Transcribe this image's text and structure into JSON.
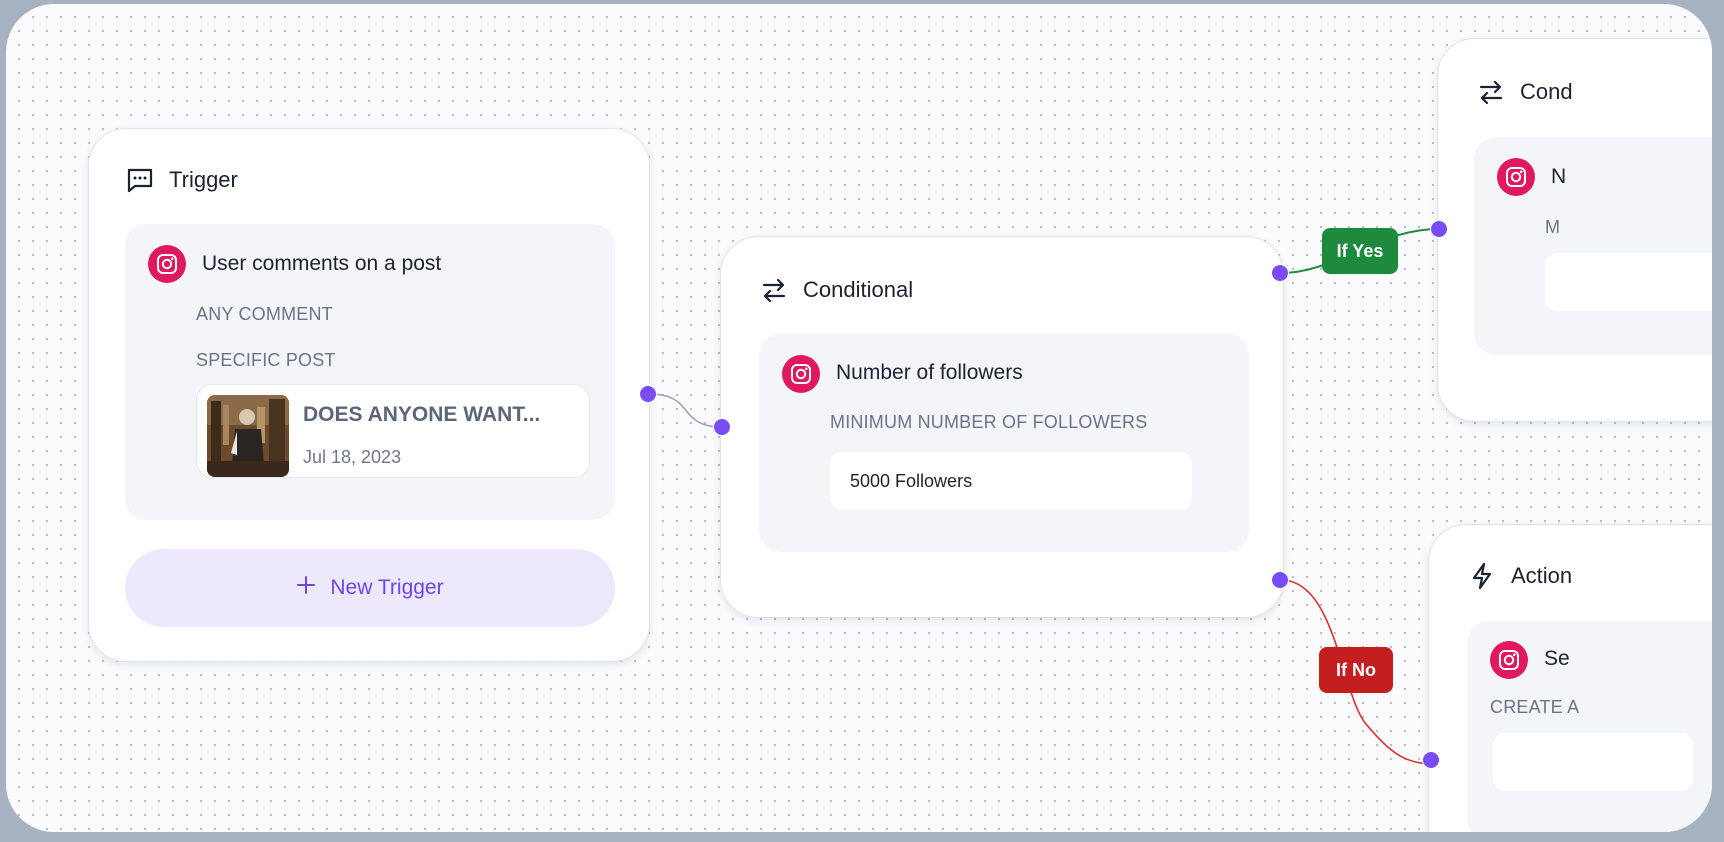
{
  "trigger_card": {
    "header": "Trigger",
    "icon": "comment-icon",
    "item": {
      "icon": "instagram-icon",
      "title": "User comments on a post",
      "filter_1": "ANY COMMENT",
      "filter_2": "SPECIFIC POST",
      "post": {
        "title": "DOES ANYONE WANT...",
        "date": "Jul 18, 2023"
      }
    },
    "new_trigger_label": "New Trigger"
  },
  "conditional_card": {
    "header": "Conditional",
    "icon": "swap-arrows-icon",
    "item": {
      "icon": "instagram-icon",
      "title": "Number of followers",
      "field_label": "MINIMUM NUMBER OF FOLLOWERS",
      "field_value": "5000 Followers"
    }
  },
  "edges": {
    "yes_label": "If Yes",
    "no_label": "If No",
    "yes_color": "#1e8a3e",
    "no_color": "#c41e1e",
    "handle_color": "#7a4cf7"
  },
  "right_top_card": {
    "header": "Cond",
    "item_title": "N",
    "item_caption": "M"
  },
  "right_bottom_card": {
    "header": "Action",
    "item_title": "Se",
    "item_caption": "CREATE A"
  }
}
